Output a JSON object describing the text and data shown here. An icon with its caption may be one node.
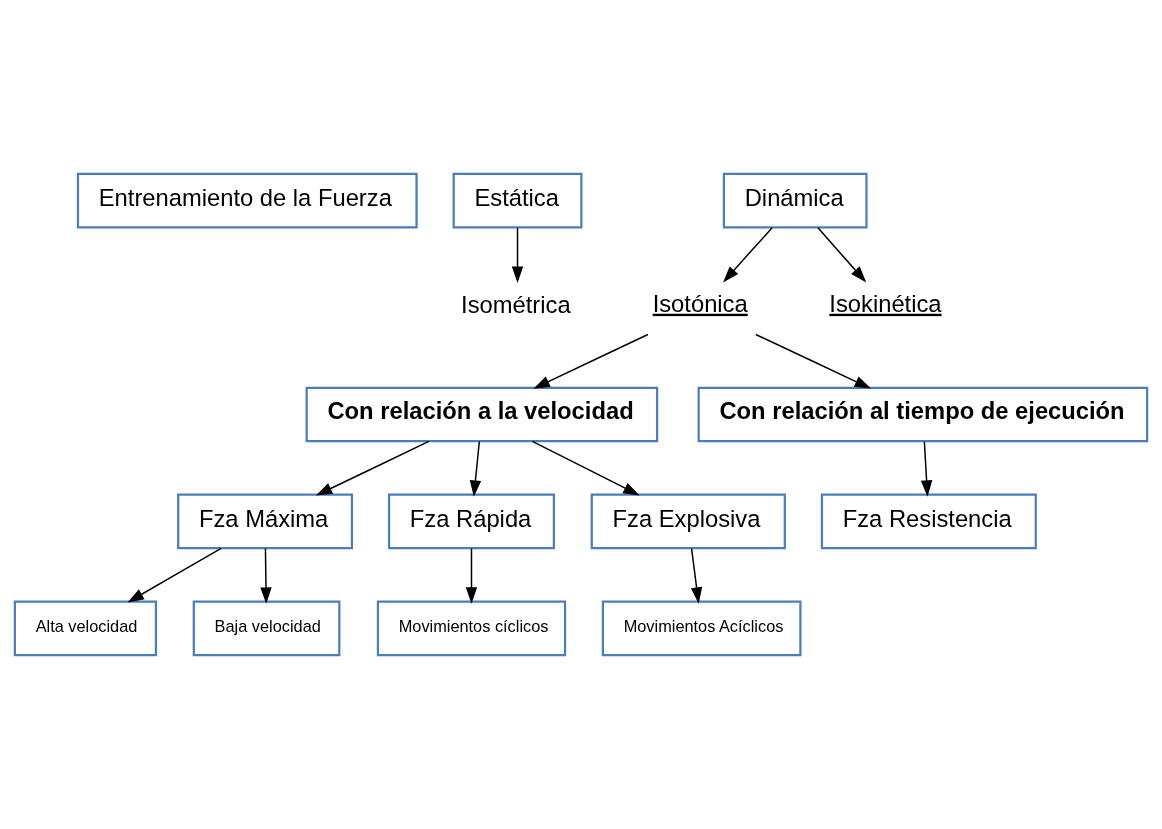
{
  "diagram": {
    "nodes": [
      {
        "text": [
          "Entrenamiento de la Fuerza"
        ]
      },
      {
        "text": [
          "Estática"
        ]
      },
      {
        "text": [
          "Dinámica"
        ]
      },
      {
        "text": [
          "Isométrica"
        ]
      },
      {
        "text": [
          "Isotónica"
        ]
      },
      {
        "text": [
          "Isokinética"
        ]
      },
      {
        "text": [
          "Con relación a la velocidad"
        ]
      },
      {
        "text": [
          "Con relación al tiempo de ejecución"
        ]
      },
      {
        "text": [
          "Fza Máxima"
        ]
      },
      {
        "text": [
          "Fza Rápida"
        ]
      },
      {
        "text": [
          "Fza Explosiva"
        ]
      },
      {
        "text": [
          "Fza Resistencia"
        ]
      },
      {
        "text": [
          "Movimientos cíclicos"
        ]
      },
      {
        "text": [
          "Movimientos Acíclicos"
        ]
      },
      {
        "text": [
          "Alta velocidad"
        ]
      },
      {
        "text": [
          "Baja velocidad"
        ]
      }
    ],
    "edges": [
      {
        "from": 1,
        "to": 3,
        "arrow": "to"
      },
      {
        "from": 2,
        "to": 4,
        "arrow": "to"
      },
      {
        "from": 2,
        "to": 5,
        "arrow": "to"
      },
      {
        "from": 4,
        "to": 6,
        "arrow": "to"
      },
      {
        "from": 4,
        "to": 7,
        "arrow": "to"
      },
      {
        "from": 6,
        "to": 8,
        "arrow": "to"
      },
      {
        "from": 6,
        "to": 9,
        "arrow": "to"
      },
      {
        "from": 6,
        "to": 10,
        "arrow": "to"
      },
      {
        "from": 7,
        "to": 11,
        "arrow": "to"
      },
      {
        "from": 9,
        "to": 12,
        "arrow": "to"
      },
      {
        "from": 10,
        "to": 13,
        "arrow": "to"
      },
      {
        "from": 8,
        "to": 14,
        "arrow": "to"
      },
      {
        "from": 8,
        "to": 15,
        "arrow": "to"
      }
    ]
  }
}
